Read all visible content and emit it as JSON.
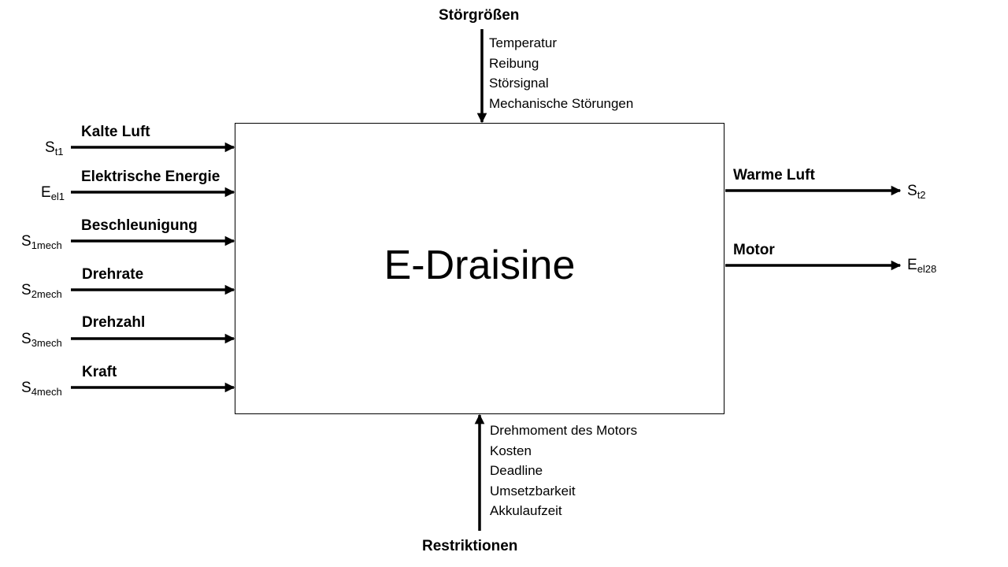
{
  "system": {
    "title": "E-Draisine"
  },
  "disturbances": {
    "heading": "Störgrößen",
    "items": [
      "Temperatur",
      "Reibung",
      "Störsignal",
      "Mechanische Störungen"
    ]
  },
  "restrictions": {
    "heading": "Restriktionen",
    "items": [
      "Drehmoment des Motors",
      "Kosten",
      "Deadline",
      "Umsetzbarkeit",
      "Akkulaufzeit"
    ]
  },
  "inputs": [
    {
      "label": "Kalte Luft",
      "symbol": "S",
      "subscript": "t1"
    },
    {
      "label": "Elektrische Energie",
      "symbol": "E",
      "subscript": "el1"
    },
    {
      "label": "Beschleunigung",
      "symbol": "S",
      "subscript": "1mech"
    },
    {
      "label": "Drehrate",
      "symbol": "S",
      "subscript": "2mech"
    },
    {
      "label": "Drehzahl",
      "symbol": "S",
      "subscript": "3mech"
    },
    {
      "label": "Kraft",
      "symbol": "S",
      "subscript": "4mech"
    }
  ],
  "outputs": [
    {
      "label": "Warme Luft",
      "symbol": "S",
      "subscript": "t2"
    },
    {
      "label": "Motor",
      "symbol": "E",
      "subscript": "el28"
    }
  ],
  "colors": {
    "line": "#000000",
    "background": "#ffffff"
  }
}
